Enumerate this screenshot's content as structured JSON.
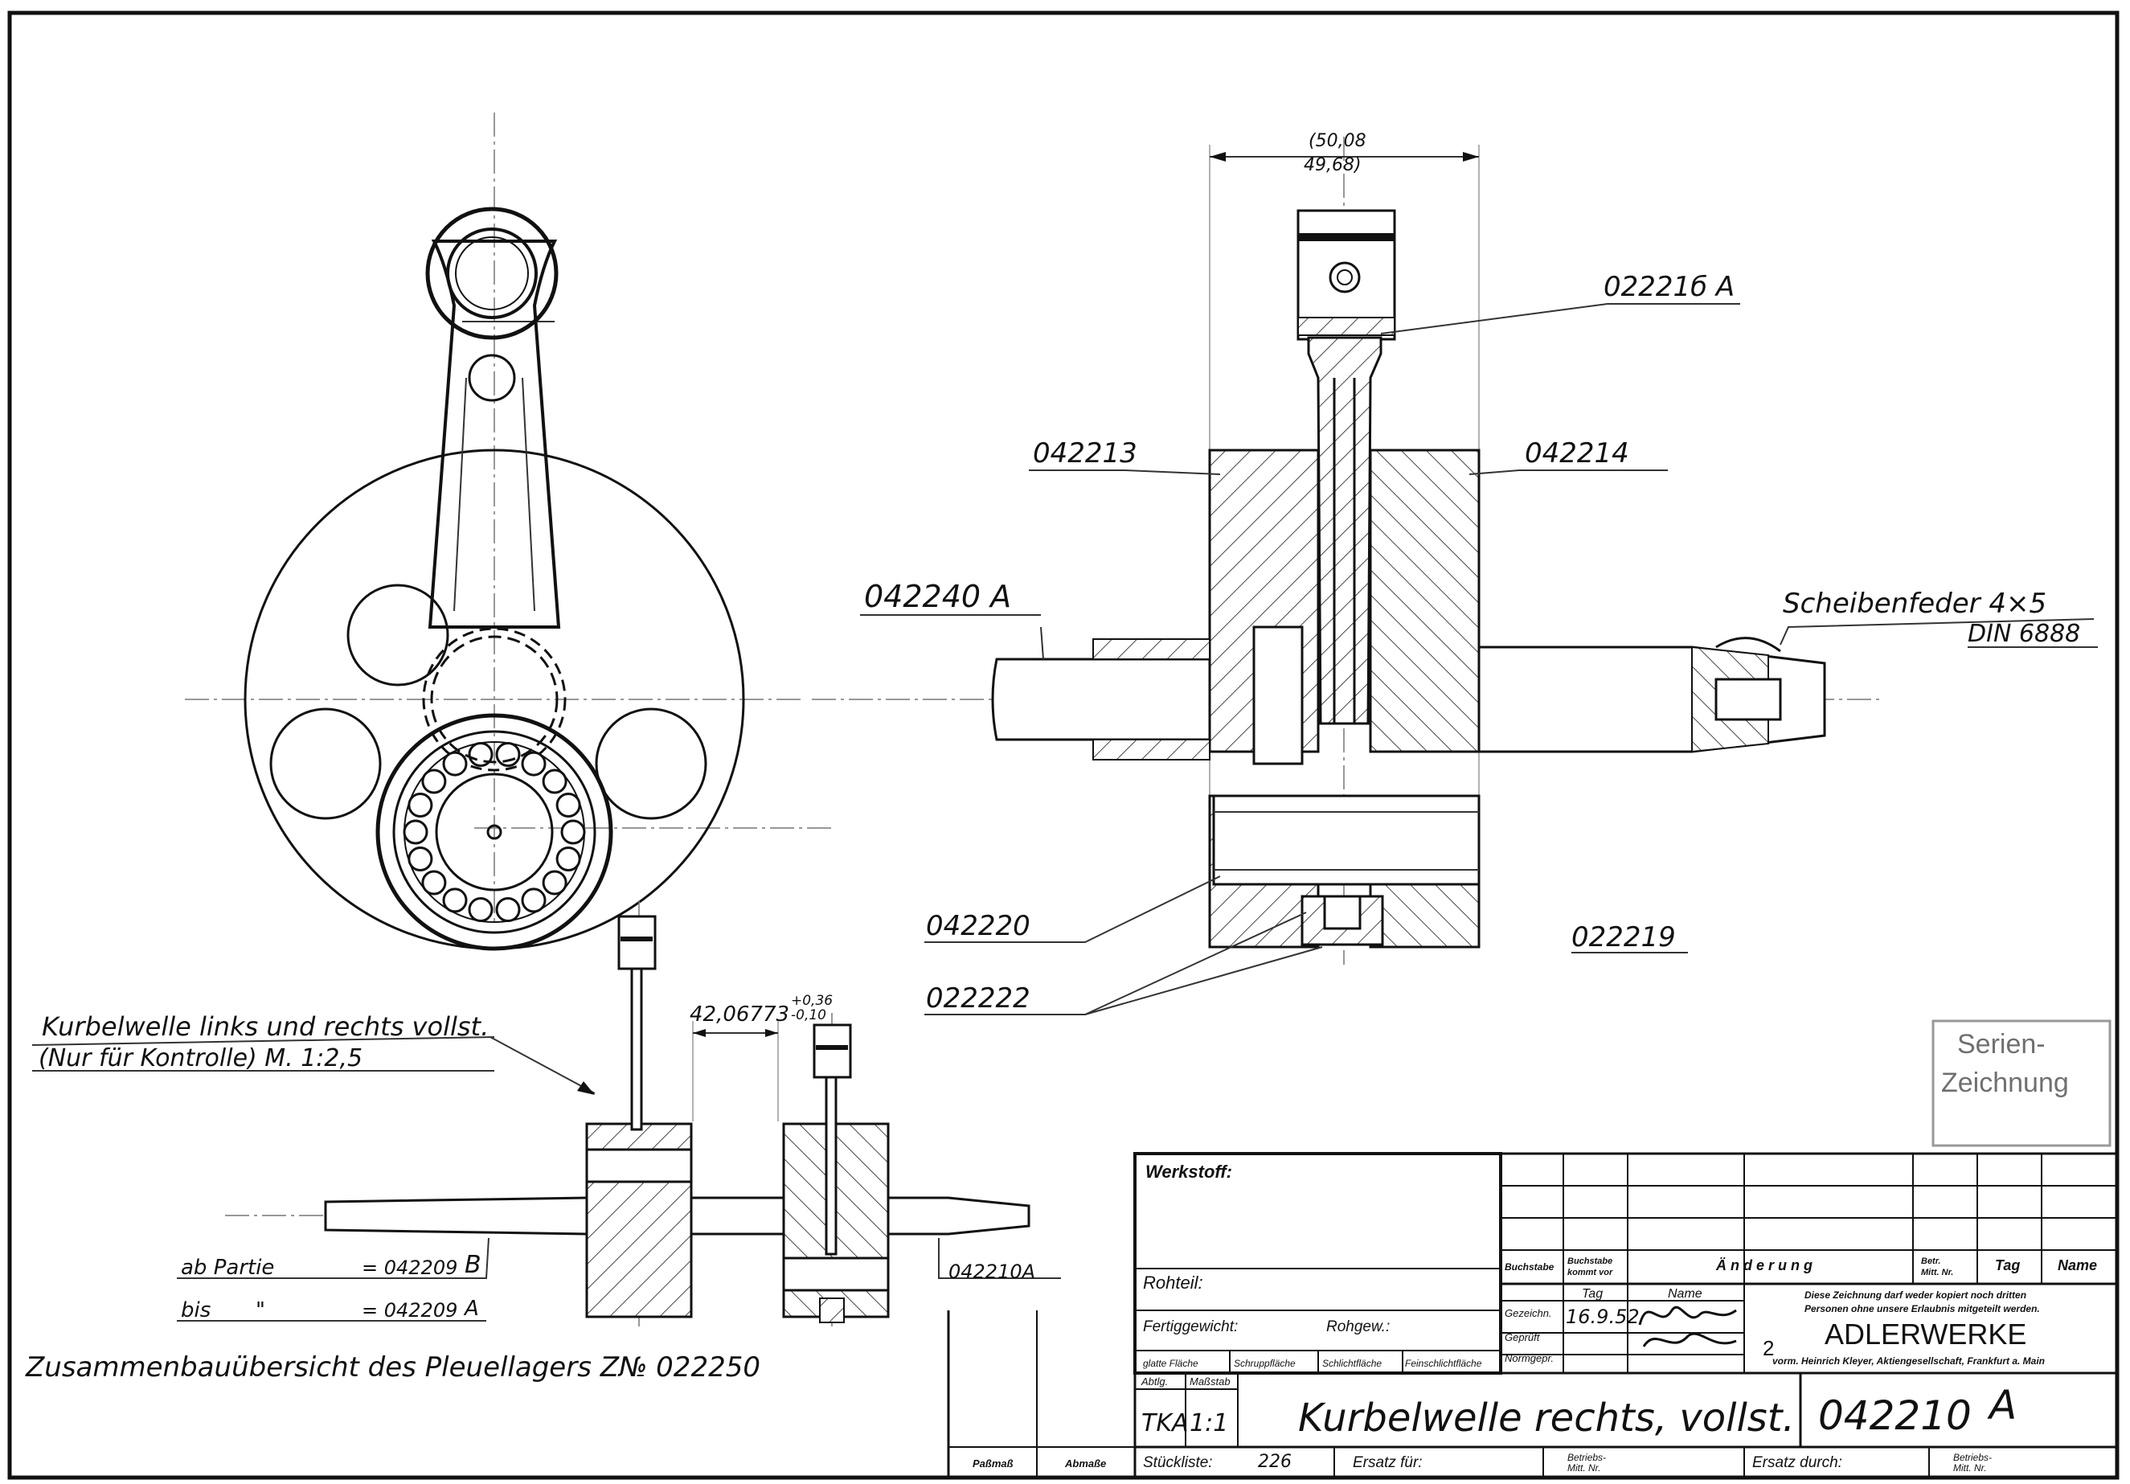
{
  "drawing": {
    "parts": {
      "p022216": "02221б A",
      "p042213": "042213",
      "p042214": "042214",
      "p042240": "042240 A",
      "p042220": "042220",
      "p022219": "022219",
      "p022222": "022222",
      "p042210A": "042210A"
    },
    "dims": {
      "top_upper": "(50,08",
      "top_lower": "49,68)",
      "bottom": "42,06773",
      "bottom_tol_upper": "+0,36",
      "bottom_tol_lower": "-0,10"
    },
    "notes": {
      "key_line1": "Scheibenfeder 4×5",
      "key_line2": "DIN 6888",
      "assembly_line1": "Kurbelwelle links und rechts vollst.",
      "assembly_line2": "(Nur für Kontrolle)  M. 1:2,5",
      "ab_partie": "ab Partie",
      "ab_value": "= 042209",
      "ab_suffix": "B",
      "bis": "bis",
      "bis_ditto": "\"",
      "bis_value": "= 042209",
      "bis_suffix": "A",
      "overview": "Zusammenbauübersicht des Pleuellagers Z№ 022250"
    },
    "stamp": {
      "line1": "Serien-",
      "line2": "Zeichnung"
    }
  },
  "title_block": {
    "werkstoff": "Werkstoff:",
    "rohteil": "Rohteil:",
    "fertiggewicht": "Fertiggewicht:",
    "rohgew": "Rohgew.:",
    "surfaces": [
      "glatte Fläche",
      "Schruppfläche",
      "Schlichtfläche",
      "Feinschlichtfläche"
    ],
    "abtlg_label": "Abtlg.",
    "massstab_label": "Maßstab",
    "abtlg_value": "TKA",
    "massstab_value": "1:1",
    "title": "Kurbelwelle rechts, vollst.",
    "drawing_number": "042210",
    "drawing_suffix": "A",
    "stueckliste": "Stückliste:",
    "stueckliste_value": "226",
    "ersatz_fuer": "Ersatz für:",
    "betriebs1": "Betriebs-",
    "mitt1": "Mitt. Nr.",
    "ersatz_durch": "Ersatz durch:",
    "betriebs2": "Betriebs-",
    "mitt2": "Mitt. Nr.",
    "passmass": "Paßmaß",
    "abmasse": "Abmaße",
    "buchstabe": "Buchstabe",
    "buchstabe_kommt_vor_1": "Buchstabe",
    "buchstabe_kommt_vor_2": "kommt vor",
    "aenderung": "Ä n d e r u n g",
    "betr_mitt_1": "Betr.",
    "betr_mitt_2": "Mitt. Nr.",
    "tag_col": "Tag",
    "name_col": "Name",
    "tag_label": "Tag",
    "name_label": "Name",
    "gezeichn": "Gezeichn.",
    "geprueft": "Geprüft",
    "normgepr": "Normgepr.",
    "date": "16.9.52",
    "sig_num": "2",
    "notice_line1": "Diese Zeichnung darf weder kopiert noch dritten",
    "notice_line2": "Personen ohne unsere Erlaubnis mitgeteilt werden.",
    "company": "ADLERWERKE",
    "company_sub": "vorm. Heinrich Kleyer, Aktiengesellschaft, Frankfurt a. Main"
  }
}
